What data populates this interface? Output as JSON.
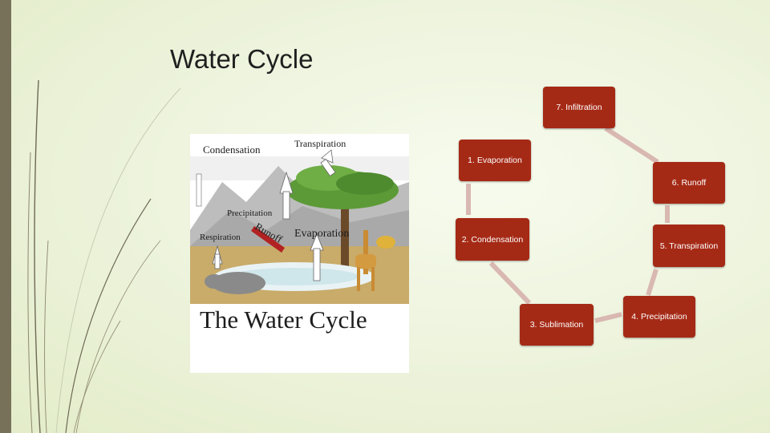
{
  "slide": {
    "title": "Water Cycle",
    "colors": {
      "accent": "#a52a16",
      "connector": "#d9b8b2",
      "sidebar": "#78715a",
      "background": "#eef4de"
    }
  },
  "illustration": {
    "labels": {
      "condensation": "Condensation",
      "transpiration": "Transpiration",
      "precipitation": "Precipitation",
      "respiration": "Respiration",
      "runoff": "Runoff",
      "evaporation": "Evaporation"
    },
    "caption": "The Water Cycle"
  },
  "cycle": {
    "nodes": [
      "7. Infiltration",
      "1. Evaporation",
      "6. Runoff",
      "2. Condensation",
      "5. Transpiration",
      "3. Sublimation",
      "4. Precipitation"
    ]
  }
}
